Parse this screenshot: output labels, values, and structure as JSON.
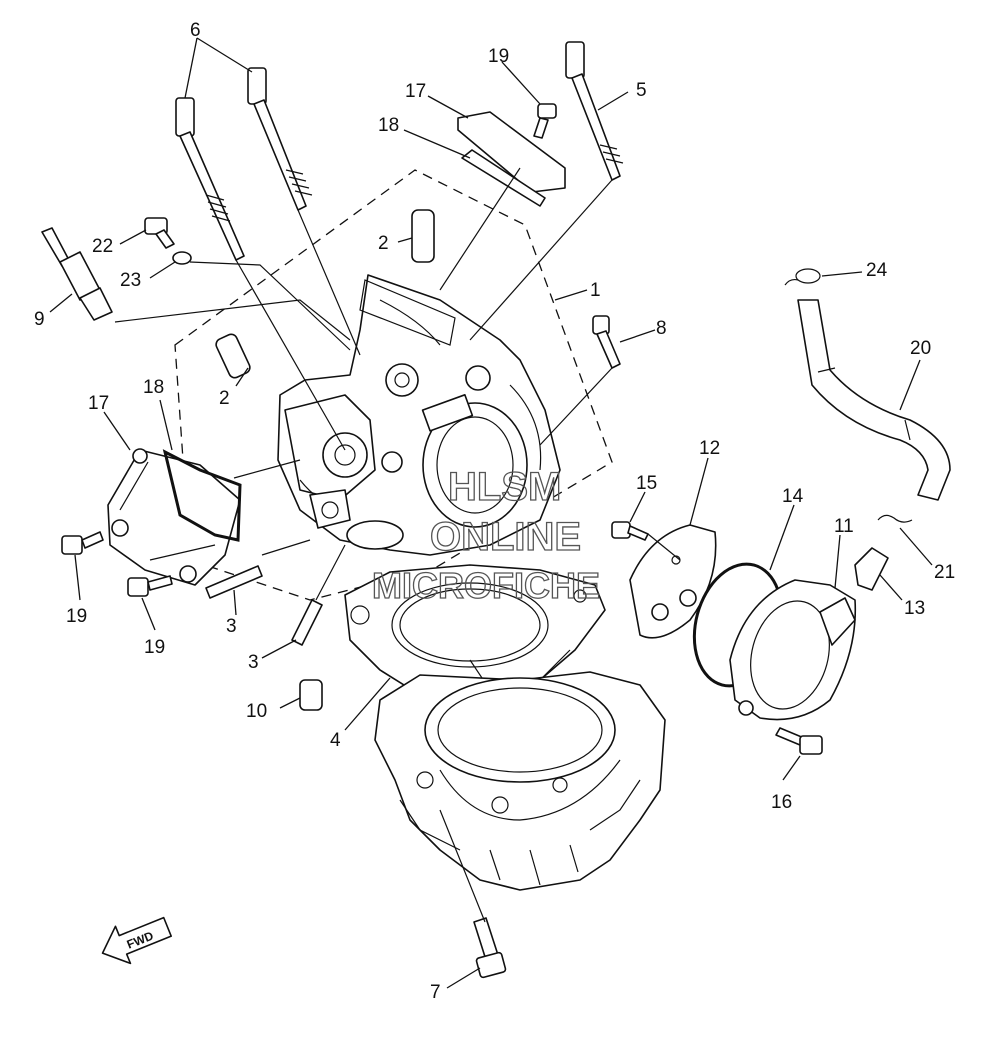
{
  "callouts": {
    "c1": "1",
    "c2a": "2",
    "c2b": "2",
    "c3a": "3",
    "c3b": "3",
    "c4": "4",
    "c5": "5",
    "c6": "6",
    "c7": "7",
    "c8": "8",
    "c9": "9",
    "c10": "10",
    "c11": "11",
    "c12": "12",
    "c13": "13",
    "c14": "14",
    "c15": "15",
    "c16": "16",
    "c17a": "17",
    "c17b": "17",
    "c18a": "18",
    "c18b": "18",
    "c19a": "19",
    "c19b": "19",
    "c19c": "19",
    "c20": "20",
    "c21": "21",
    "c22": "22",
    "c23": "23",
    "c24": "24"
  },
  "fwd_label": "FWD",
  "watermark": {
    "line1": "HLSM",
    "line2": "ONLINE",
    "line3": "MICROFICHE"
  }
}
